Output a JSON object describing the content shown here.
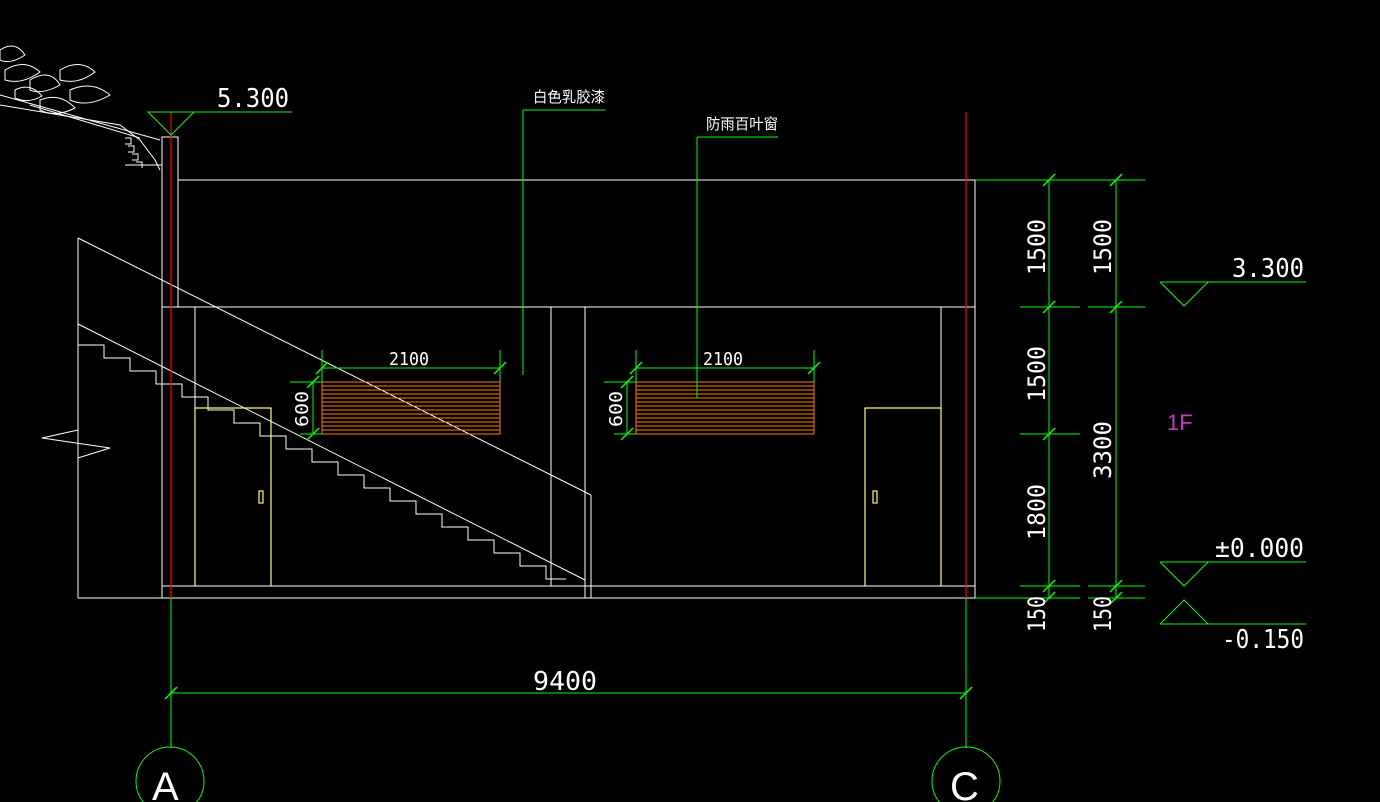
{
  "drawing": {
    "elevations": {
      "roof": "5.300",
      "floor2": "3.300",
      "ground": "±0.000",
      "outside": "-0.150"
    },
    "annotations": {
      "paint": "白色乳胶漆",
      "louver": "防雨百叶窗"
    },
    "dimensions": {
      "window_width_left": "2100",
      "window_width_right": "2100",
      "window_height_left": "600",
      "window_height_right": "600",
      "inner_upper": "1500",
      "inner_middle": "1500",
      "inner_lower": "1800",
      "inner_base": "150",
      "outer_upper": "1500",
      "outer_total": "3300",
      "outer_base": "150",
      "overall_width": "9400"
    },
    "floor_label": "1F",
    "axes": {
      "left": "A",
      "right": "C"
    },
    "colors": {
      "background": "#000000",
      "line_white": "#ffffff",
      "dimension_green": "#00ff00",
      "axis_red": "#ff0000",
      "door_yellow": "#ffff66",
      "louver_orange": "#ff8000",
      "floor_label_magenta": "#cc33cc"
    }
  }
}
